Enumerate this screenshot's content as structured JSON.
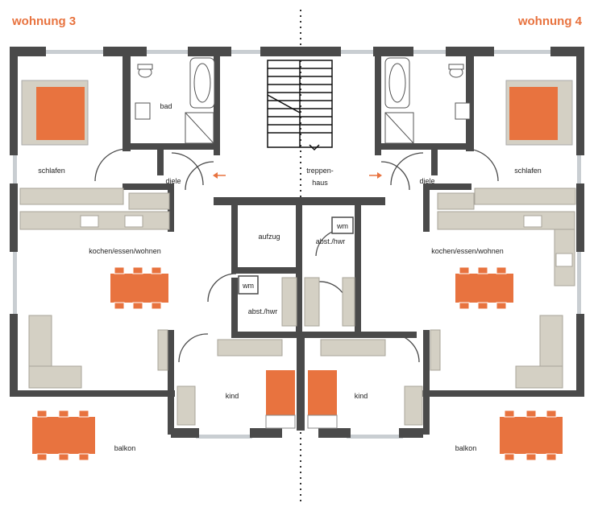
{
  "units": {
    "left": "wohnung 3",
    "right": "wohnung 4"
  },
  "rooms": {
    "schlafen_left": "schlafen",
    "bad_left": "bad",
    "diele_left": "diele",
    "kochen_left": "kochen/essen/wohnen",
    "balkon_left": "balkon",
    "kind_left": "kind",
    "schlafen_right": "schlafen",
    "diele_right": "diele",
    "kochen_right": "kochen/essen/wohnen",
    "balkon_right": "balkon",
    "kind_right": "kind",
    "treppenhaus_line1": "treppen-",
    "treppenhaus_line2": "haus",
    "aufzug": "aufzug",
    "abst_left": "abst./hwr",
    "abst_right": "abst./hwr",
    "wm_left": "wm",
    "wm_right": "wm"
  },
  "colors": {
    "accent": "#e8733f",
    "wall": "#4a4a4a",
    "furniture": "#d4d0c4",
    "window": "#c9ced2"
  }
}
